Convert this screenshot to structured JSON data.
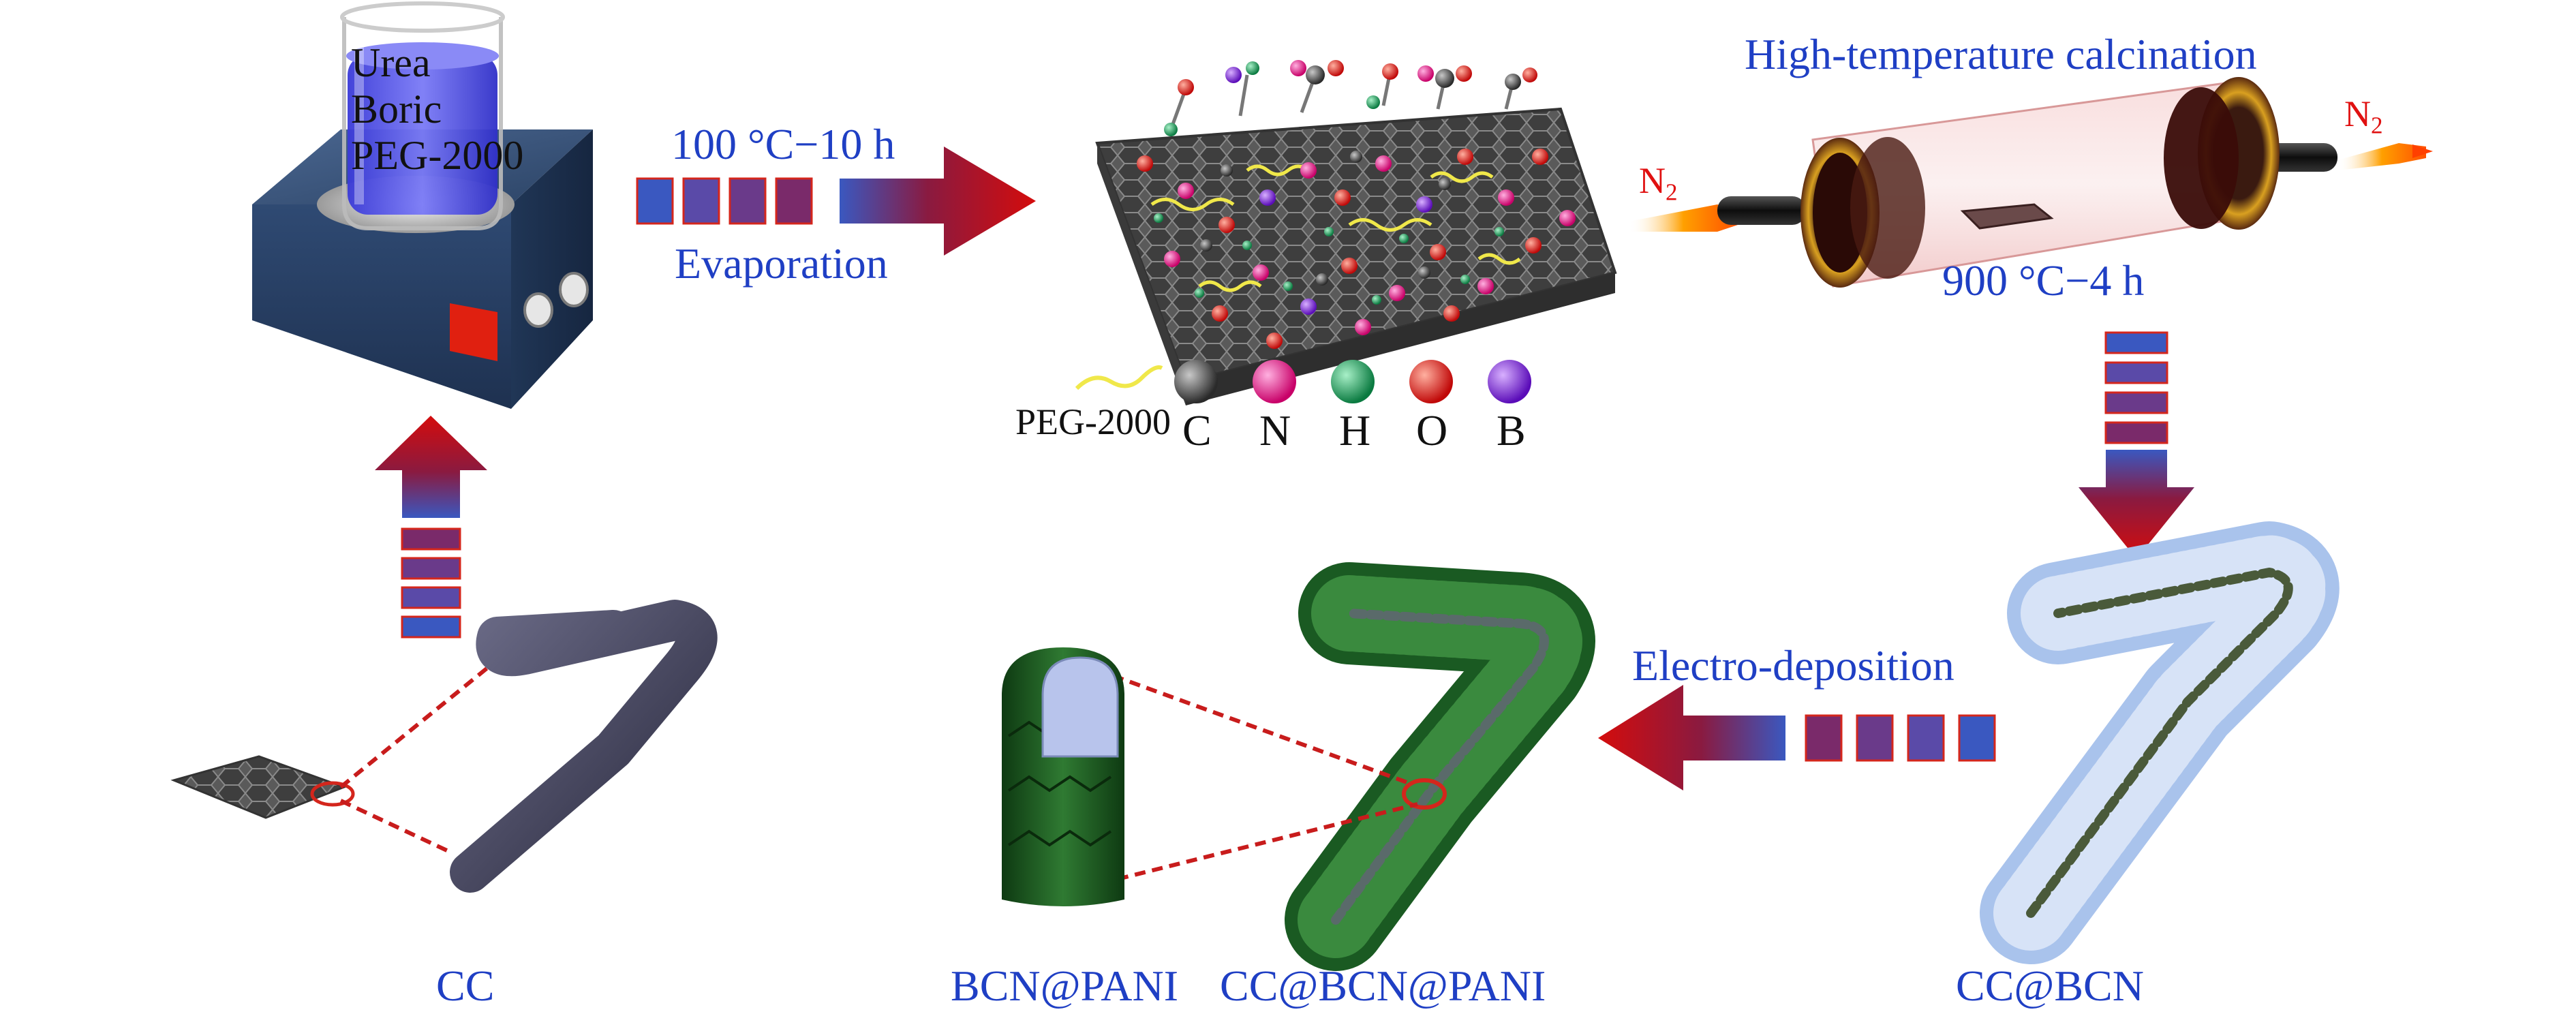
{
  "labels": {
    "beaker_line1": "Urea",
    "beaker_line2": "Boric",
    "beaker_line3": "PEG-2000",
    "step1_top": "100 °C−10 h",
    "step1_bottom": "Evaporation",
    "step2_top": "High-temperature calcination",
    "step2_bottom": "900 °C−4 h",
    "step3": "Electro-deposition",
    "gas_in_base": "N",
    "gas_in_sub": "2",
    "gas_out_base": "N",
    "gas_out_sub": "2",
    "legend_peg": "PEG-2000",
    "legend_c": "C",
    "legend_n": "N",
    "legend_h": "H",
    "legend_o": "O",
    "legend_b": "B",
    "cc": "CC",
    "cc_bcn": "CC@BCN",
    "bcn_pani": "BCN@PANI",
    "cc_bcn_pani": "CC@BCN@PANI"
  },
  "colors": {
    "label_blue": "#1f3fc4",
    "arrow_red": "#c40c0c",
    "arrow_blue": "#3a58c0",
    "atom_c": "#4a4a4a",
    "atom_n": "#e0107a",
    "atom_h": "#14a060",
    "atom_o": "#e01818",
    "atom_b": "#7a18d8",
    "peg": "#f0e84a",
    "bcn_fiber": "#a9c3ec",
    "pani_fiber": "#1f6a2a"
  }
}
